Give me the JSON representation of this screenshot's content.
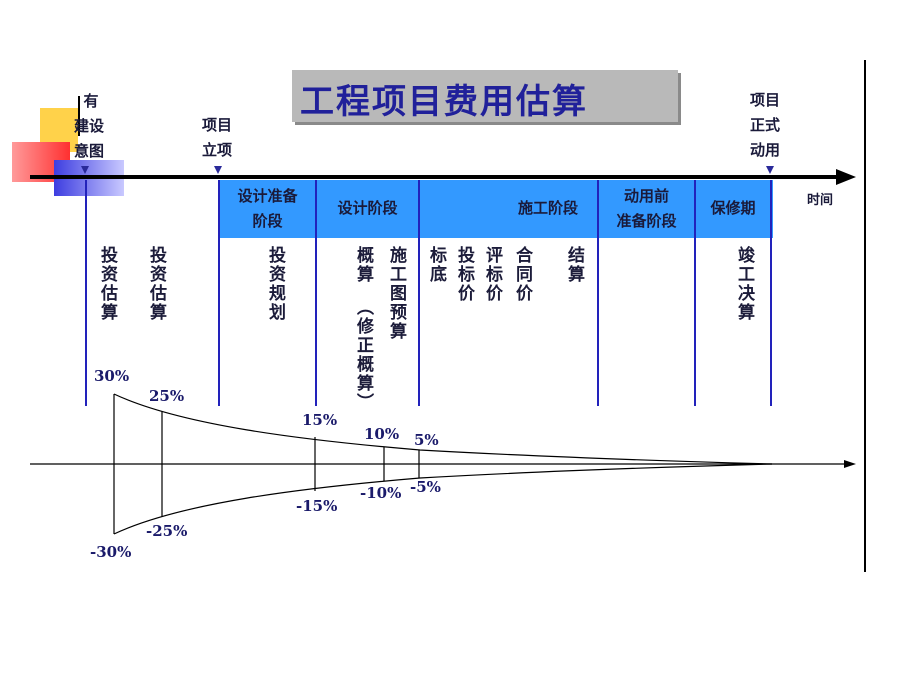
{
  "title": "工程项目费用估算",
  "time_label": "时间",
  "milestones": {
    "left_a": "有",
    "left_b": "建设",
    "left_c": "意图",
    "approval": [
      "项目",
      "立项"
    ],
    "start": [
      "项目",
      "正式",
      "动用"
    ]
  },
  "phases": [
    {
      "label_1": "设计准备",
      "label_2": "阶段"
    },
    {
      "label_1": "设计阶段",
      "label_2": ""
    },
    {
      "label_1": "施工阶段",
      "label_2": ""
    },
    {
      "label_1": "动用前",
      "label_2": "准备阶段"
    },
    {
      "label_1": "保修期",
      "label_2": ""
    }
  ],
  "estimates": {
    "e1": "投资估算",
    "e2": "投资估算",
    "e3": "投资规划",
    "e4a": "概算",
    "e4b": "（修正概算）",
    "e5": "施工图预算",
    "e6": "标底",
    "e7": "投标价",
    "e8": "评标价",
    "e9": "合同价",
    "e10": "结算",
    "e11": "竣工决算"
  },
  "percentages": {
    "p30": "30%",
    "p25": "25%",
    "p15": "15%",
    "p10": "10%",
    "p5": "5%",
    "n30": "-30%",
    "n25": "-25%",
    "n15": "-15%",
    "n10": "-10%",
    "n5": "-5%"
  },
  "colors": {
    "title": "#20209a",
    "phase_band": "#3399ff",
    "divider": "#2222bb",
    "axis": "#000000"
  }
}
